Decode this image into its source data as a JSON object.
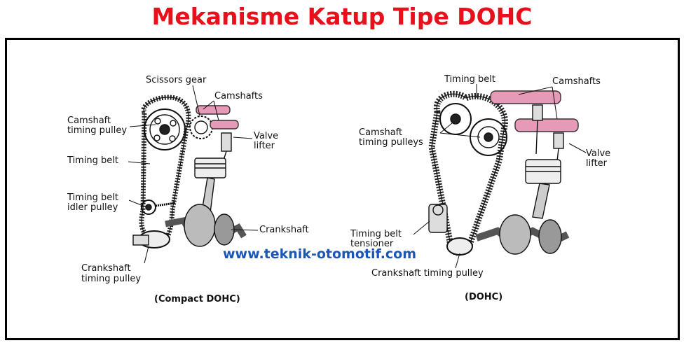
{
  "title": "Mekanisme Katup Tipe DOHC",
  "watermark": "www.teknik-otomotif.com",
  "colors": {
    "title": "#e8101b",
    "watermark": "#1a56b8",
    "camshaft_highlight": "#e79ab8"
  },
  "left_diagram": {
    "caption": "(Compact DOHC)",
    "labels": {
      "scissors_gear": "Scissors gear",
      "camshafts": "Camshafts",
      "camshaft_timing_pulley_1": "Camshaft",
      "camshaft_timing_pulley_2": "timing pulley",
      "valve_lifter_1": "Valve",
      "valve_lifter_2": "lifter",
      "timing_belt": "Timing belt",
      "idler_pulley_1": "Timing belt",
      "idler_pulley_2": "idler pulley",
      "crankshaft": "Crankshaft",
      "crankshaft_pulley_1": "Crankshaft",
      "crankshaft_pulley_2": "timing pulley"
    }
  },
  "right_diagram": {
    "caption": "(DOHC)",
    "labels": {
      "timing_belt": "Timing belt",
      "camshafts": "Camshafts",
      "camshaft_timing_pulleys_1": "Camshaft",
      "camshaft_timing_pulleys_2": "timing pulleys",
      "valve_lifter_1": "Valve",
      "valve_lifter_2": "lifter",
      "tensioner_1": "Timing belt",
      "tensioner_2": "tensioner",
      "crankshaft_timing_pulley": "Crankshaft timing pulley"
    }
  }
}
